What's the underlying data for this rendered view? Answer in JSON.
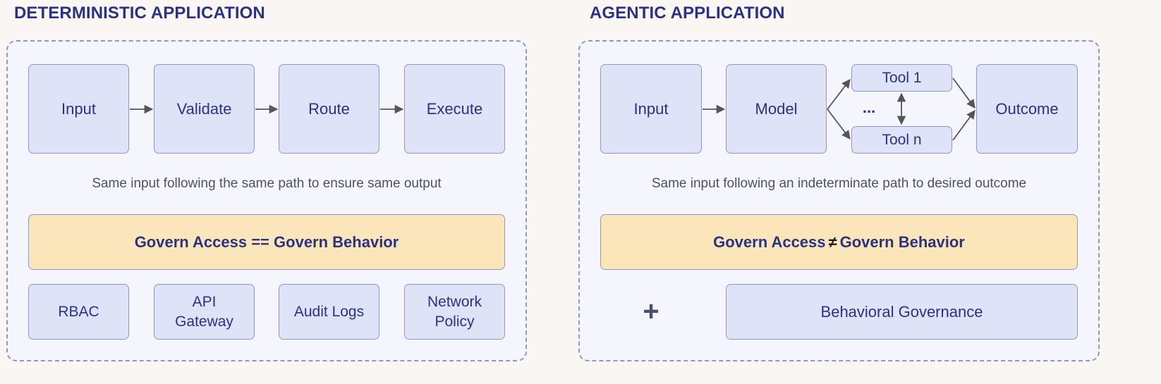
{
  "colors": {
    "background": "#faf6f3",
    "heading": "#2a3381",
    "box_fill": "#dfe3f7",
    "box_border": "#8f97c6",
    "banner_fill": "#fbe6bc",
    "arrow": "#555555"
  },
  "left": {
    "heading": "DETERMINISTIC APPLICATION",
    "flow": [
      "Input",
      "Validate",
      "Route",
      "Execute"
    ],
    "caption": "Same input following the same path to ensure same output",
    "banner": {
      "left": "Govern Access",
      "operator": "==",
      "right": "Govern Behavior"
    },
    "controls": [
      {
        "line1": "RBAC",
        "line2": ""
      },
      {
        "line1": "API",
        "line2": "Gateway"
      },
      {
        "line1": "Audit Logs",
        "line2": ""
      },
      {
        "line1": "Network",
        "line2": "Policy"
      }
    ]
  },
  "right": {
    "heading": "AGENTIC APPLICATION",
    "flow": {
      "input": "Input",
      "model": "Model",
      "tool_top": "Tool 1",
      "ellipsis": "...",
      "tool_bottom": "Tool n",
      "outcome": "Outcome"
    },
    "caption": "Same input following an indeterminate path to desired outcome",
    "banner": {
      "left": "Govern Access",
      "operator": "≠",
      "right": "Govern Behavior"
    },
    "plus": "+",
    "addon": "Behavioral Governance"
  }
}
